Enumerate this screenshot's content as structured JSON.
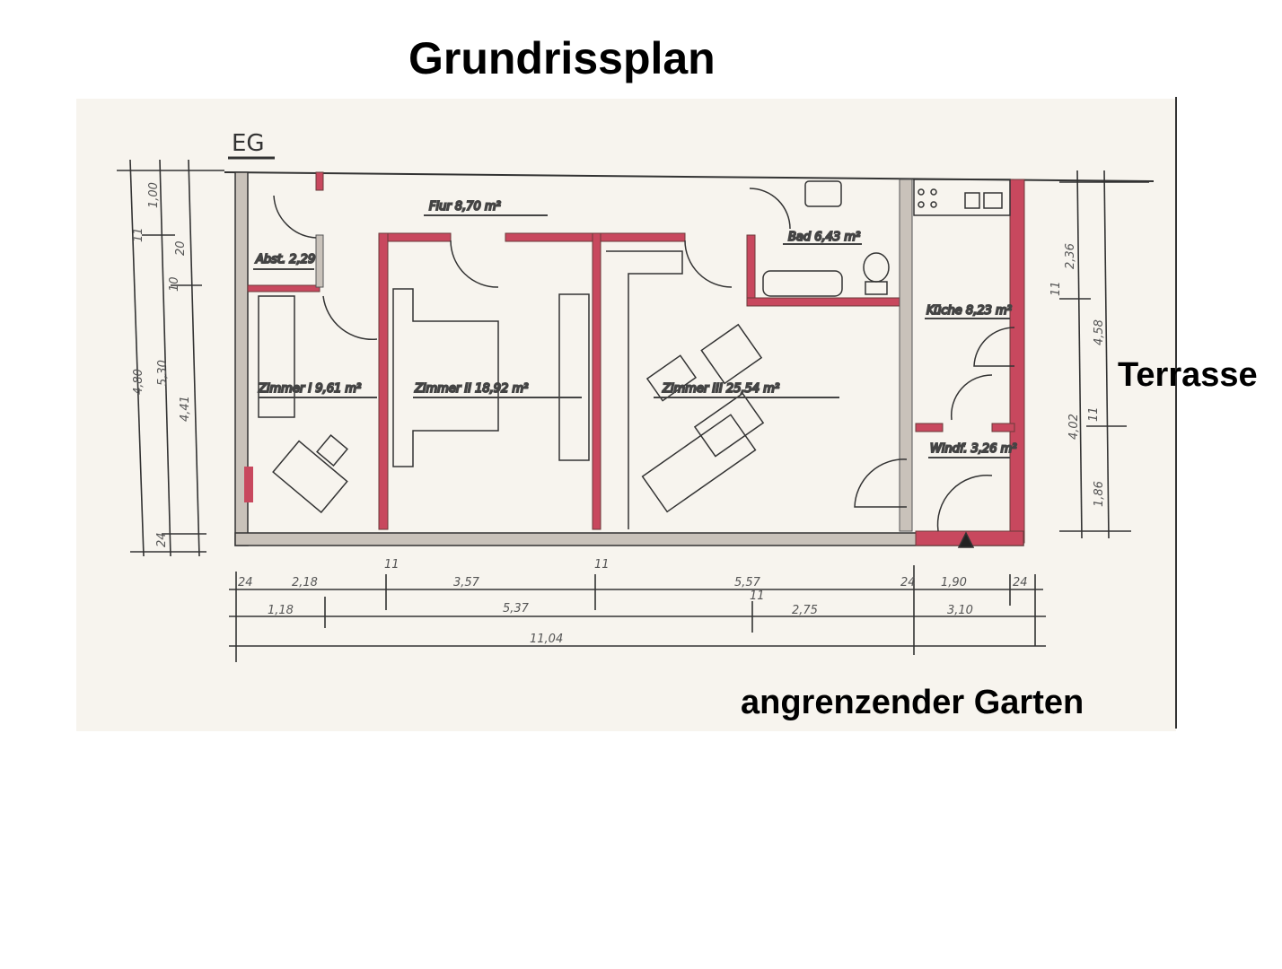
{
  "title": "Grundrissplan",
  "floor_label": "EG",
  "annotations": {
    "terrace": "Terrasse",
    "garden": "angrenzender Garten"
  },
  "colors": {
    "bearing_wall": "#c8485e",
    "partition_wall": "#b9b3ab",
    "line": "#333333",
    "paper": "#f7f4ee"
  },
  "rooms": [
    {
      "name": "Flur 8,70 m²"
    },
    {
      "name": "Abst. 2,29"
    },
    {
      "name": "Zimmer I 9,61 m²"
    },
    {
      "name": "Zimmer II 18,92 m²"
    },
    {
      "name": "Zimmer III 25,54 m²"
    },
    {
      "name": "Bad 6,43 m²"
    },
    {
      "name": "Küche 8,23 m²"
    },
    {
      "name": "Windf. 3,26 m²"
    }
  ],
  "dimensions": {
    "bottom_row1": [
      "24",
      "2,18",
      "11",
      "3,57",
      "11",
      "5,57",
      "24",
      "1,90",
      "24"
    ],
    "bottom_row2": [
      "1,18",
      "5,37",
      "11",
      "2,75",
      "3,10"
    ],
    "bottom_total": "11,04",
    "left": [
      "1,00",
      "11",
      "20",
      "10",
      "4,80",
      "5,30",
      "4,41",
      "24"
    ],
    "right": [
      "2,36",
      "11",
      "4,58",
      "4,02",
      "11",
      "1,86"
    ]
  }
}
